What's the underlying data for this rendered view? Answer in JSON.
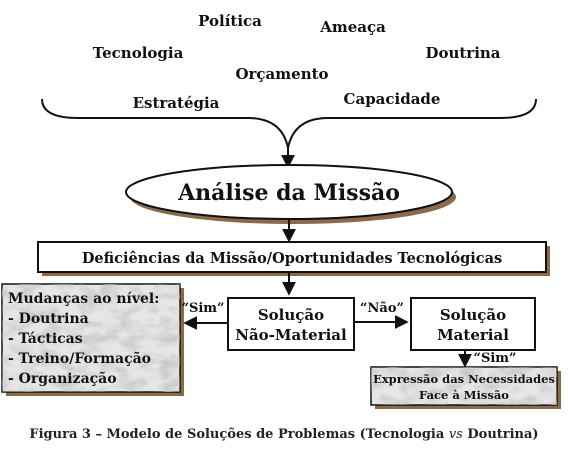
{
  "factors": [
    "Política",
    "Ameaça",
    "Tecnologia",
    "Doutrina",
    "Orçamento",
    "Estratégia",
    "Capacidade"
  ],
  "analysis": "Análise da Missão",
  "deficiencies": "Deficiências da Missão/Oportunidades Tecnológicas",
  "left_panel": {
    "title": "Mudanças ao nível:",
    "items": [
      "- Doutrina",
      "- Tácticas",
      "- Treino/Formação",
      "- Organização"
    ]
  },
  "yes_left": "“Sim”",
  "no_label": "“Não”",
  "yes_right": "“Sim”",
  "non_material": {
    "line1": "Solução",
    "line2": "Não-Material"
  },
  "material": {
    "line1": "Solução",
    "line2": "Material"
  },
  "needs": {
    "line1": "Expressão das Necessidades",
    "line2": "Face à Missão"
  },
  "caption": {
    "prefix": "Figura 3 – Modelo de Soluções de Problemas (Tecnologia ",
    "vs": "vs",
    "suffix": " Doutrina)"
  },
  "colors": {
    "panel_fill": "#e6e6e6",
    "shadow": "#8a6a4a",
    "line": "#111111"
  }
}
